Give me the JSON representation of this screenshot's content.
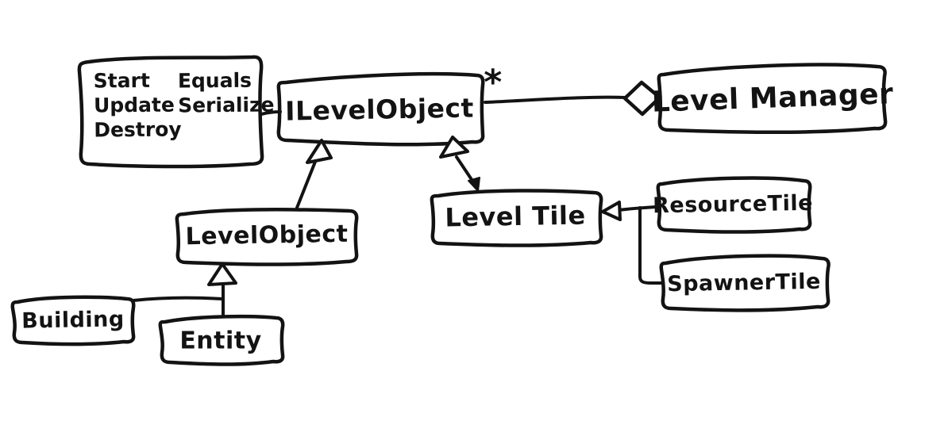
{
  "canvas": {
    "background": "#ffffff",
    "ink": "#131313"
  },
  "diagram": {
    "type": "hand-drawn-uml-class-diagram",
    "nodes": {
      "interface_note": {
        "column1": [
          "Start",
          "Update",
          "Destroy"
        ],
        "column2": [
          "Equals",
          "Serialize"
        ]
      },
      "ilevelobject": {
        "label": "ILevelObject"
      },
      "levelmanager": {
        "label": "Level Manager"
      },
      "levelobject": {
        "label": "LevelObject"
      },
      "leveltile": {
        "label": "Level Tile"
      },
      "resourcetile": {
        "label": "ResourceTile"
      },
      "spawnertile": {
        "label": "SpawnerTile"
      },
      "building": {
        "label": "Building"
      },
      "entity": {
        "label": "Entity"
      }
    },
    "aggregation_multiplicity": "*",
    "edges": [
      {
        "from": "interface_note",
        "to": "ILevelObject",
        "type": "note-attachment"
      },
      {
        "from": "ILevelObject",
        "to": "LevelManager",
        "type": "aggregation",
        "diamond_at": "LevelManager",
        "multiplicity_at_source": "*"
      },
      {
        "from": "LevelObject",
        "to": "ILevelObject",
        "type": "generalization"
      },
      {
        "from": "LevelTile",
        "to": "ILevelObject",
        "type": "generalization"
      },
      {
        "from": "ResourceTile",
        "to": "LevelTile",
        "type": "generalization"
      },
      {
        "from": "SpawnerTile",
        "to": "LevelTile",
        "type": "generalization"
      },
      {
        "from": "Building",
        "to": "LevelObject",
        "type": "generalization"
      },
      {
        "from": "Entity",
        "to": "LevelObject",
        "type": "generalization"
      }
    ]
  }
}
